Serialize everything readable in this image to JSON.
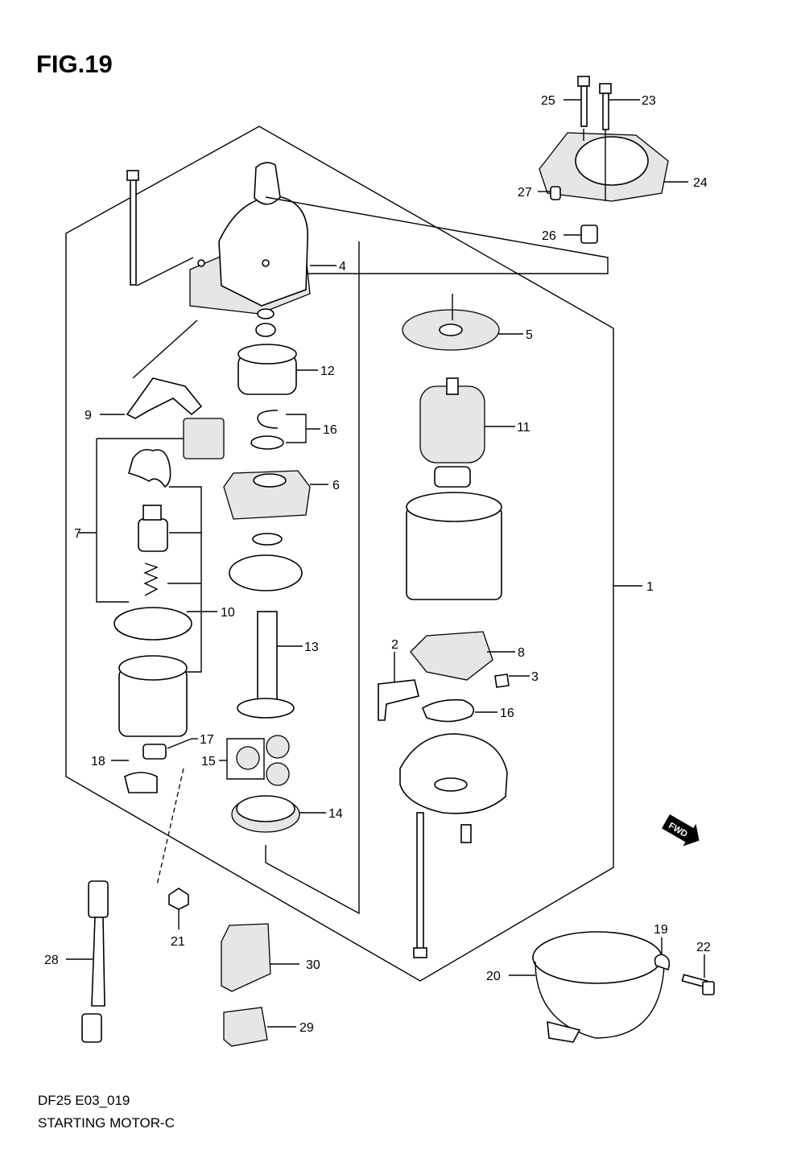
{
  "figure": {
    "title": "FIG.19",
    "code": "DF25 E03_019",
    "name": "STARTING MOTOR-C",
    "direction_badge": "FWD"
  },
  "callouts": [
    {
      "id": "c1",
      "label": "1"
    },
    {
      "id": "c2",
      "label": "2"
    },
    {
      "id": "c3",
      "label": "3"
    },
    {
      "id": "c4",
      "label": "4"
    },
    {
      "id": "c5",
      "label": "5"
    },
    {
      "id": "c6",
      "label": "6"
    },
    {
      "id": "c7",
      "label": "7"
    },
    {
      "id": "c8",
      "label": "8"
    },
    {
      "id": "c9",
      "label": "9"
    },
    {
      "id": "c10",
      "label": "10"
    },
    {
      "id": "c11",
      "label": "11"
    },
    {
      "id": "c12",
      "label": "12"
    },
    {
      "id": "c13",
      "label": "13"
    },
    {
      "id": "c14",
      "label": "14"
    },
    {
      "id": "c15",
      "label": "15"
    },
    {
      "id": "c16a",
      "label": "16"
    },
    {
      "id": "c16b",
      "label": "16"
    },
    {
      "id": "c17",
      "label": "17"
    },
    {
      "id": "c18",
      "label": "18"
    },
    {
      "id": "c19",
      "label": "19"
    },
    {
      "id": "c20",
      "label": "20"
    },
    {
      "id": "c21",
      "label": "21"
    },
    {
      "id": "c22",
      "label": "22"
    },
    {
      "id": "c23",
      "label": "23"
    },
    {
      "id": "c24",
      "label": "24"
    },
    {
      "id": "c25",
      "label": "25"
    },
    {
      "id": "c26",
      "label": "26"
    },
    {
      "id": "c27",
      "label": "27"
    },
    {
      "id": "c28",
      "label": "28"
    },
    {
      "id": "c29",
      "label": "29"
    },
    {
      "id": "c30",
      "label": "30"
    }
  ]
}
